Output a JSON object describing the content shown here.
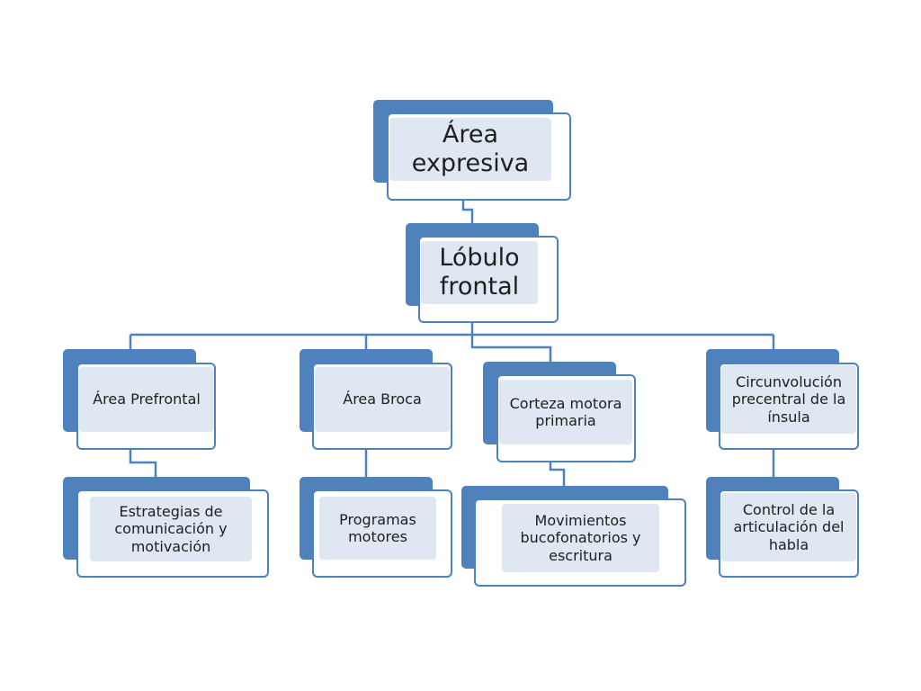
{
  "colors": {
    "accent": "#4f81bd",
    "label_fill": "#dfe7f3",
    "text": "#202020"
  },
  "nodes": {
    "root": "Área\nexpresiva",
    "level1": "Lóbulo\nfrontal",
    "prefrontal": "Área Prefrontal",
    "broca": "Área Broca",
    "motora": "Corteza motora primaria",
    "insula": "Circunvolución precentral de la ínsula",
    "estrategias": "Estrategias de comunicación y motivación",
    "programas": "Programas motores",
    "movimientos": "Movimientos bucofonatorios y escritura",
    "control": "Control de la articulación del habla"
  }
}
